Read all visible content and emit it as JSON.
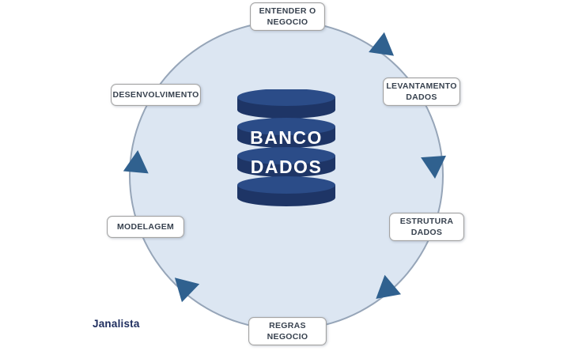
{
  "watermark": "Janalista",
  "center_database": {
    "line1": "BANCO",
    "line2": "DADOS"
  },
  "nodes": [
    {
      "id": "entender-o-negocio",
      "line1": "ENTENDER O",
      "line2": "NEGOCIO"
    },
    {
      "id": "levantamento-dados",
      "line1": "LEVANTAMENTO",
      "line2": "DADOS"
    },
    {
      "id": "estrutura-dados",
      "line1": "ESTRUTURA",
      "line2": "DADOS"
    },
    {
      "id": "regras-negocio",
      "line1": "REGRAS",
      "line2": "NEGOCIO"
    },
    {
      "id": "modelagem",
      "line1": "MODELAGEM",
      "line2": ""
    },
    {
      "id": "desenvolvimento",
      "line1": "DESENVOLVIMENTO",
      "line2": ""
    }
  ],
  "flow": "clockwise",
  "colors": {
    "cycle_fill": "#dce6f2",
    "cycle_border": "#96a5b8",
    "arrow": "#30618f",
    "database": "#1e3566",
    "database_top": "#2b4c88",
    "database_text": "#ffffff",
    "label_text": "#38424f",
    "watermark_text": "#1e2d5e"
  }
}
